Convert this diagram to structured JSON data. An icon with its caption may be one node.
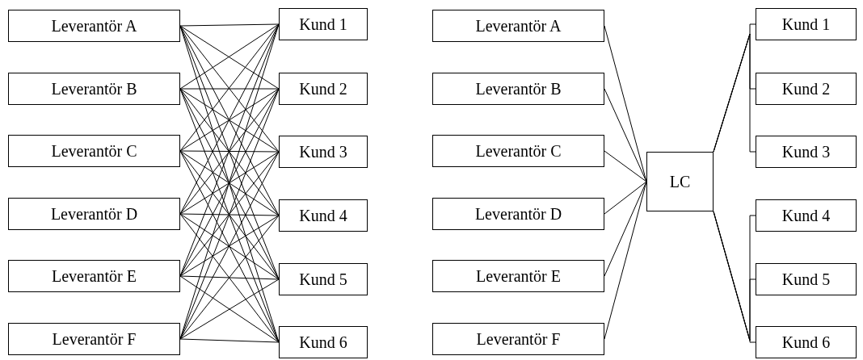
{
  "diagram": {
    "nodes": [
      {
        "text": [
          "Leverantör A"
        ]
      },
      {
        "text": [
          "Leverantör B"
        ]
      },
      {
        "text": [
          "Leverantör C"
        ]
      },
      {
        "text": [
          "Leverantör D"
        ]
      },
      {
        "text": [
          "Leverantör E"
        ]
      },
      {
        "text": [
          "Leverantör F"
        ]
      },
      {
        "text": [
          "Kund 1"
        ]
      },
      {
        "text": [
          "Kund 2"
        ]
      },
      {
        "text": [
          "Kund 3"
        ]
      },
      {
        "text": [
          "Kund 4"
        ]
      },
      {
        "text": [
          "Kund 5"
        ]
      },
      {
        "text": [
          "Kund 6"
        ]
      },
      {
        "text": [
          "Leverantör A"
        ]
      },
      {
        "text": [
          "Leverantör B"
        ]
      },
      {
        "text": [
          "Leverantör C"
        ]
      },
      {
        "text": [
          "Leverantör D"
        ]
      },
      {
        "text": [
          "Leverantör E"
        ]
      },
      {
        "text": [
          "Leverantör F"
        ]
      },
      {
        "text": [
          "LC"
        ]
      },
      {
        "text": [
          "Kund 1"
        ]
      },
      {
        "text": [
          "Kund 2"
        ]
      },
      {
        "text": [
          "Kund 3"
        ]
      },
      {
        "text": [
          "Kund 4"
        ]
      },
      {
        "text": [
          "Kund 5"
        ]
      },
      {
        "text": [
          "Kund 6"
        ]
      }
    ],
    "edges": [
      {
        "from": 0,
        "to": 6,
        "arrow": "none"
      },
      {
        "from": 0,
        "to": 7,
        "arrow": "none"
      },
      {
        "from": 0,
        "to": 8,
        "arrow": "none"
      },
      {
        "from": 0,
        "to": 9,
        "arrow": "none"
      },
      {
        "from": 0,
        "to": 10,
        "arrow": "none"
      },
      {
        "from": 0,
        "to": 11,
        "arrow": "none"
      },
      {
        "from": 1,
        "to": 6,
        "arrow": "none"
      },
      {
        "from": 1,
        "to": 7,
        "arrow": "none"
      },
      {
        "from": 1,
        "to": 8,
        "arrow": "none"
      },
      {
        "from": 1,
        "to": 9,
        "arrow": "none"
      },
      {
        "from": 1,
        "to": 10,
        "arrow": "none"
      },
      {
        "from": 1,
        "to": 11,
        "arrow": "none"
      },
      {
        "from": 2,
        "to": 6,
        "arrow": "none"
      },
      {
        "from": 2,
        "to": 7,
        "arrow": "none"
      },
      {
        "from": 2,
        "to": 8,
        "arrow": "none"
      },
      {
        "from": 2,
        "to": 9,
        "arrow": "none"
      },
      {
        "from": 2,
        "to": 10,
        "arrow": "none"
      },
      {
        "from": 2,
        "to": 11,
        "arrow": "none"
      },
      {
        "from": 3,
        "to": 6,
        "arrow": "none"
      },
      {
        "from": 3,
        "to": 7,
        "arrow": "none"
      },
      {
        "from": 3,
        "to": 8,
        "arrow": "none"
      },
      {
        "from": 3,
        "to": 9,
        "arrow": "none"
      },
      {
        "from": 3,
        "to": 10,
        "arrow": "none"
      },
      {
        "from": 3,
        "to": 11,
        "arrow": "none"
      },
      {
        "from": 4,
        "to": 6,
        "arrow": "none"
      },
      {
        "from": 4,
        "to": 7,
        "arrow": "none"
      },
      {
        "from": 4,
        "to": 8,
        "arrow": "none"
      },
      {
        "from": 4,
        "to": 9,
        "arrow": "none"
      },
      {
        "from": 4,
        "to": 10,
        "arrow": "none"
      },
      {
        "from": 4,
        "to": 11,
        "arrow": "none"
      },
      {
        "from": 5,
        "to": 6,
        "arrow": "none"
      },
      {
        "from": 5,
        "to": 7,
        "arrow": "none"
      },
      {
        "from": 5,
        "to": 8,
        "arrow": "none"
      },
      {
        "from": 5,
        "to": 9,
        "arrow": "none"
      },
      {
        "from": 5,
        "to": 10,
        "arrow": "none"
      },
      {
        "from": 5,
        "to": 11,
        "arrow": "none"
      },
      {
        "from": 12,
        "to": 18,
        "arrow": "none"
      },
      {
        "from": 13,
        "to": 18,
        "arrow": "none"
      },
      {
        "from": 14,
        "to": 18,
        "arrow": "none"
      },
      {
        "from": 15,
        "to": 18,
        "arrow": "none"
      },
      {
        "from": 16,
        "to": 18,
        "arrow": "none"
      },
      {
        "from": 17,
        "to": 18,
        "arrow": "none"
      },
      {
        "from": 18,
        "to": 19,
        "arrow": "none"
      },
      {
        "from": 18,
        "to": 20,
        "arrow": "none"
      },
      {
        "from": 18,
        "to": 21,
        "arrow": "none"
      },
      {
        "from": 18,
        "to": 22,
        "arrow": "none"
      },
      {
        "from": 18,
        "to": 23,
        "arrow": "none"
      },
      {
        "from": 18,
        "to": 24,
        "arrow": "none"
      }
    ]
  }
}
